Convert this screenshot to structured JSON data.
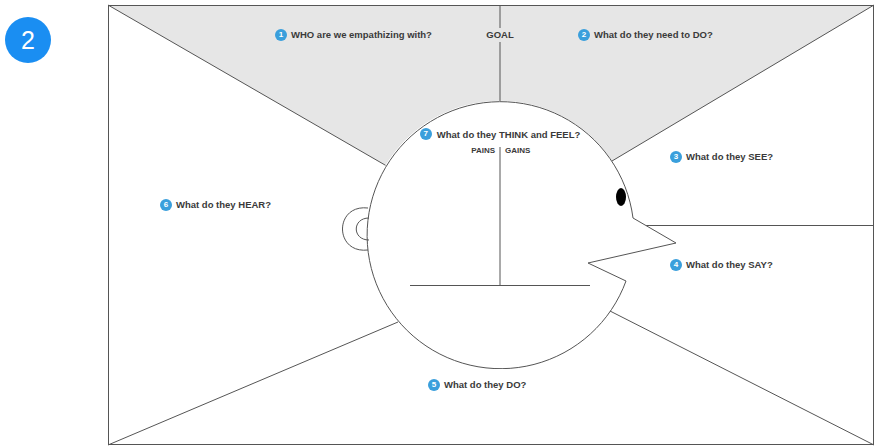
{
  "diagram": {
    "nodes": [
      {
        "text": [
          "2"
        ]
      },
      {
        "text": [
          "1"
        ]
      },
      {
        "text": [
          "2"
        ]
      },
      {
        "text": [
          "What do they THINK and FEEL?",
          "PAINS",
          "GAINS"
        ]
      },
      {
        "text": [
          "7"
        ],
        "in": 3
      },
      {
        "text": [
          "3"
        ]
      },
      {
        "text": [
          "4"
        ]
      },
      {
        "text": [
          "6"
        ]
      },
      {
        "text": [
          "5"
        ]
      }
    ],
    "labels": [
      "WHO are we empathizing with?",
      "GOAL",
      "What do they need to DO?",
      "What do they SEE?",
      "What do they SAY?",
      "What do they HEAR?",
      "What do they DO?"
    ]
  }
}
